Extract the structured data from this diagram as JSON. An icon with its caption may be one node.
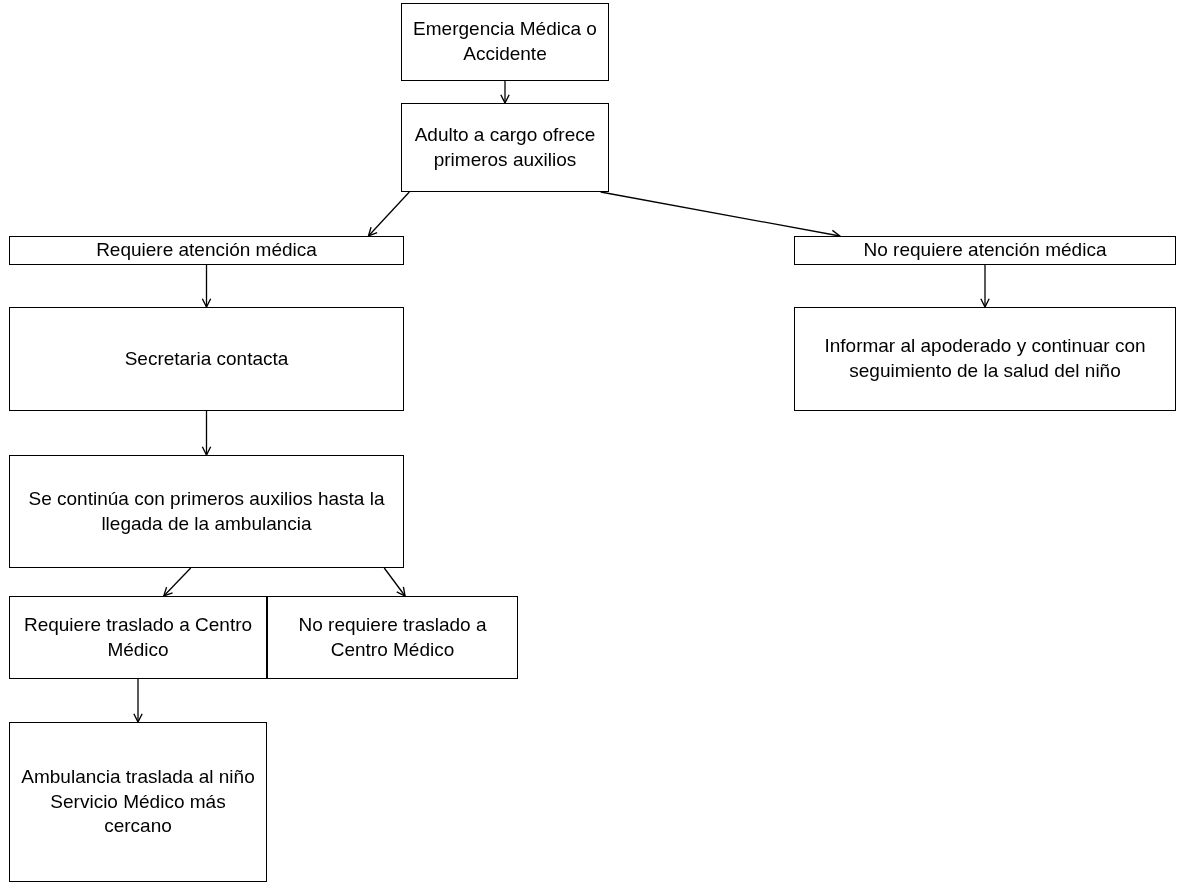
{
  "diagram": {
    "nodes": [
      {
        "text": [
          "Emergencia Médica o Accidente"
        ]
      },
      {
        "text": [
          "Adulto a cargo ofrece primeros auxilios"
        ]
      },
      {
        "text": [
          "Requiere atención médica"
        ]
      },
      {
        "text": [
          "No requiere atención médica"
        ]
      },
      {
        "text": [
          "Secretaria contacta"
        ]
      },
      {
        "text": [
          "Informar al apoderado y continuar con seguimiento de la salud del niño"
        ]
      },
      {
        "text": [
          "Se continúa con primeros auxilios hasta la llegada de la ambulancia"
        ]
      },
      {
        "text": [
          "Requiere traslado a Centro Médico"
        ]
      },
      {
        "text": [
          "No requiere traslado a Centro Médico"
        ]
      },
      {
        "text": [
          "Ambulancia traslada al niño Servicio Médico más cercano"
        ]
      }
    ],
    "edges": [
      {
        "from": 0,
        "to": 1,
        "arrow": "to"
      },
      {
        "from": 1,
        "to": 2,
        "arrow": "to"
      },
      {
        "from": 1,
        "to": 3,
        "arrow": "to"
      },
      {
        "from": 2,
        "to": 4,
        "arrow": "to"
      },
      {
        "from": 3,
        "to": 5,
        "arrow": "to"
      },
      {
        "from": 4,
        "to": 6,
        "arrow": "to"
      },
      {
        "from": 6,
        "to": 7,
        "arrow": "to"
      },
      {
        "from": 6,
        "to": 8,
        "arrow": "to"
      },
      {
        "from": 7,
        "to": 9,
        "arrow": "to"
      }
    ]
  }
}
